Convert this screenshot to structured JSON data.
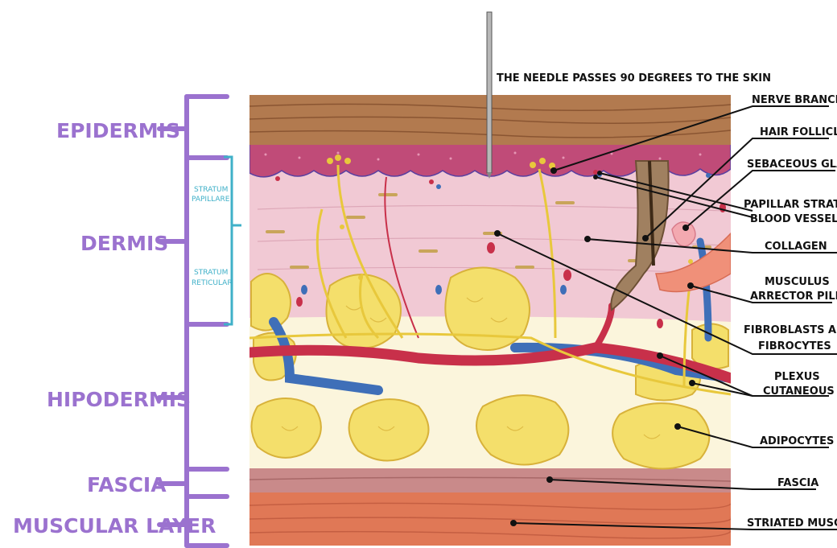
{
  "title": "THE NEEDLE PASSES 90 DEGREES TO THE SKIN",
  "layers": {
    "epidermis": "EPIDERMIS",
    "dermis": "DERMIS",
    "hipodermis": "HIPODERMIS",
    "fascia": "FASCIA",
    "muscular": "MUSCULAR LAYER"
  },
  "sublayers": {
    "papillare_1": "STRATUM",
    "papillare_2": "PAPILLARE",
    "reticular_1": "STRATUM",
    "reticular_2": "RETICULAR"
  },
  "annotations": {
    "nerve_branch": "NERVE BRANCH",
    "hair_follicle": "HAIR FOLLICLE",
    "sebaceous_gland": "SEBACEOUS GLAND",
    "papillar_1": "PAPILLAR STRATUS",
    "papillar_2": "BLOOD VESSELS",
    "collagen": "COLLAGEN",
    "musculus_1": "MUSCULUS",
    "musculus_2": "ARRECTOR PILLI",
    "fibro_1": "FIBROBLASTS AND",
    "fibro_2": "FIBROCYTES",
    "plexus_1": "PLEXUS",
    "plexus_2": "CUTANEOUS",
    "adipocytes": "ADIPOCYTES",
    "fascia": "FASCIA",
    "striated_muscle": "STRIATED MUSCLE"
  },
  "colors": {
    "layer_label": "#9b72cf",
    "sublayer_label": "#3fb0c8",
    "epidermis": "#b27a4f",
    "dermis": "#f1c9d4",
    "fat": "#f4df6b",
    "artery": "#c8304a",
    "vein": "#3f6fb8",
    "nerve": "#e8c83c",
    "muscle": "#e07856"
  }
}
